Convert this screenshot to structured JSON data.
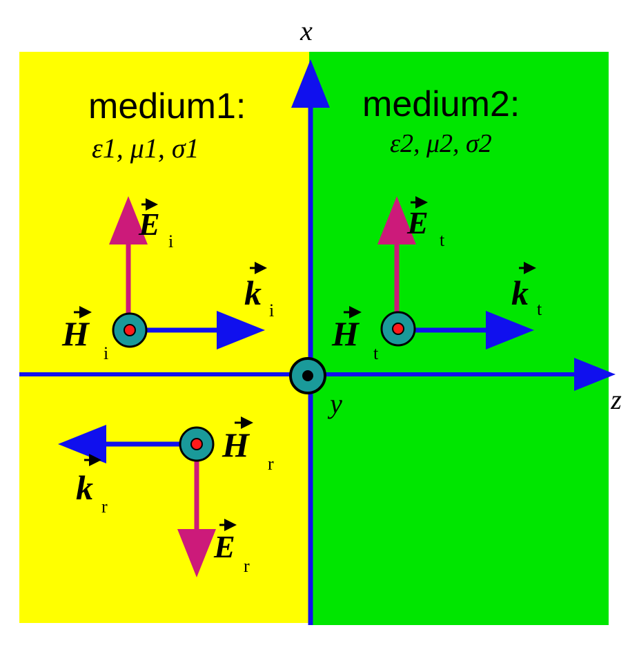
{
  "colors": {
    "medium1_fill": "#ffff00",
    "medium2_fill": "#00e600",
    "axis": "#1010ee",
    "e_field": "#cc1a7a",
    "h_dot_outer": "#1a9a9a",
    "h_dot_inner": "#ff1a1a",
    "origin_inner": "#000000",
    "text": "#000000"
  },
  "axes": {
    "x_label": "x",
    "y_label": "y",
    "z_label": "z"
  },
  "medium1": {
    "title": "medium1:",
    "params": "ε1, μ1, σ1"
  },
  "medium2": {
    "title": "medium2:",
    "params": "ε2, μ2, σ2"
  },
  "waves": {
    "incident": {
      "E": "E",
      "E_sub": "i",
      "H": "H",
      "H_sub": "i",
      "k": "k",
      "k_sub": "i"
    },
    "transmitted": {
      "E": "E",
      "E_sub": "t",
      "H": "H",
      "H_sub": "t",
      "k": "k",
      "k_sub": "t"
    },
    "reflected": {
      "E": "E",
      "E_sub": "r",
      "H": "H",
      "H_sub": "r",
      "k": "k",
      "k_sub": "r"
    }
  },
  "icons": {
    "h_out_of_page": "dot-in-circle",
    "y_axis": "dot-in-circle"
  }
}
